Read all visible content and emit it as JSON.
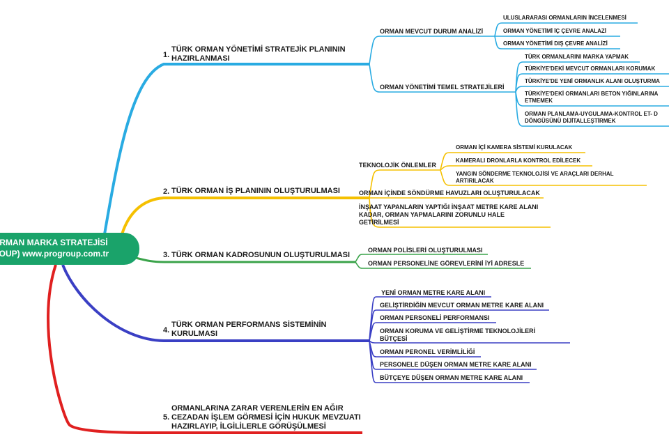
{
  "root": {
    "line1": "ORMAN MARKA STRATEJİSİ",
    "line2": "ROUP) www.progroup.com.tr",
    "color": "#1aa36a"
  },
  "branches": [
    {
      "number": "1.",
      "color": "#29abe2",
      "title": [
        "TÜRK ORMAN YÖNETİMİ STRATEJİK PLANININ",
        "HAZIRLANMASI"
      ],
      "children": [
        {
          "label": "ORMAN MEVCUT DURUM ANALİZİ",
          "children": [
            "ULUSLARARASI ORMANLARIN İNCELENMESİ",
            "ORMAN YÖNETİMİ İÇ ÇEVRE ANALAZİ",
            "ORMAN YÖNETİMİ DIŞ ÇEVRE ANALİZİ"
          ]
        },
        {
          "label": "ORMAN YÖNETİMİ TEMEL STRATEJİLERİ",
          "children": [
            "TÜRK ORMANLARINI MARKA YAPMAK",
            "TÜRKİYE'DEKİ MEVCUT ORMANLARI KORUMAK",
            "TÜRKİYE'DE YENİ ORMANLIK ALANI OLUŞTURMA",
            "TÜRKİYE'DEKİ ORMANLARI BETON YIĞINLARINA | ETMEMEK",
            "ORMAN PLANLAMA-UYGULAMA-KONTROL ET- D | DÖNGÜSÜNÜ DİJİTALLEŞTİRMEK"
          ]
        }
      ]
    },
    {
      "number": "2.",
      "color": "#f5c000",
      "title": [
        "TÜRK ORMAN İŞ PLANININ OLUŞTURULMASI"
      ],
      "children": [
        {
          "label": "TEKNOLOJİK ÖNLEMLER",
          "children": [
            "ORMAN İÇİ KAMERA SİSTEMİ KURULACAK",
            "KAMERALI DRONLARLA KONTROL EDİLECEK",
            "YANGIN SÖNDERME TEKNOLOJİSİ VE ARAÇLARI DERHAL | ARTIRILACAK"
          ]
        },
        {
          "label": "ORMAN İÇİNDE SÖNDÜRME HAVUZLARI OLUŞTURULACAK",
          "children": []
        },
        {
          "label": " İNŞAAT YAPANLARIN YAPTIĞI İNŞAAT METRE KARE ALANI | KADAR, ORMAN YAPMALARINI ZORUNLU HALE | GETİRİLMESİ",
          "children": []
        }
      ]
    },
    {
      "number": "3.",
      "color": "#3aa34a",
      "title": [
        "TÜRK ORMAN KADROSUNUN OLUŞTURULMASI"
      ],
      "children": [
        {
          "label": "ORMAN POLİSLERİ OLUŞTURULMASI",
          "children": []
        },
        {
          "label": "ORMAN PERSONELİNE GÖREVLERİNİ İYİ ADRESLE",
          "children": []
        }
      ]
    },
    {
      "number": "4.",
      "color": "#3a3fc4",
      "title": [
        "TÜRK ORMAN PERFORMANS SİSTEMİNİN",
        "KURULMASI"
      ],
      "children": [
        {
          "label": "YENİ ORMAN METRE KARE ALANI",
          "children": []
        },
        {
          "label": "GELİŞTİRDİĞİN MEVCUT ORMAN METRE KARE ALANI",
          "children": []
        },
        {
          "label": "ORMAN PERSONELİ PERFORMANSI",
          "children": []
        },
        {
          "label": "ORMAN KORUMA VE GELİŞTİRME TEKNOLOJİLERİ | BÜTÇESİ",
          "children": []
        },
        {
          "label": "ORMAN PERONEL VERİMLİLİĞİ",
          "children": []
        },
        {
          "label": "PERSONELE DÜŞEN ORMAN METRE KARE ALANI",
          "children": []
        },
        {
          "label": "BÜTÇEYE DÜŞEN ORMAN METRE KARE ALANI",
          "children": []
        }
      ]
    },
    {
      "number": "5.",
      "color": "#e02020",
      "title": [
        "ORMANLARINA ZARAR VERENLERİN EN AĞIR",
        "CEZADAN İŞLEM GÖRMESİ İÇİN HUKUK MEVZUATI",
        "HAZIRLAYIP, İLGİLİLERLE GÖRÜŞÜLMESİ"
      ],
      "children": []
    }
  ]
}
